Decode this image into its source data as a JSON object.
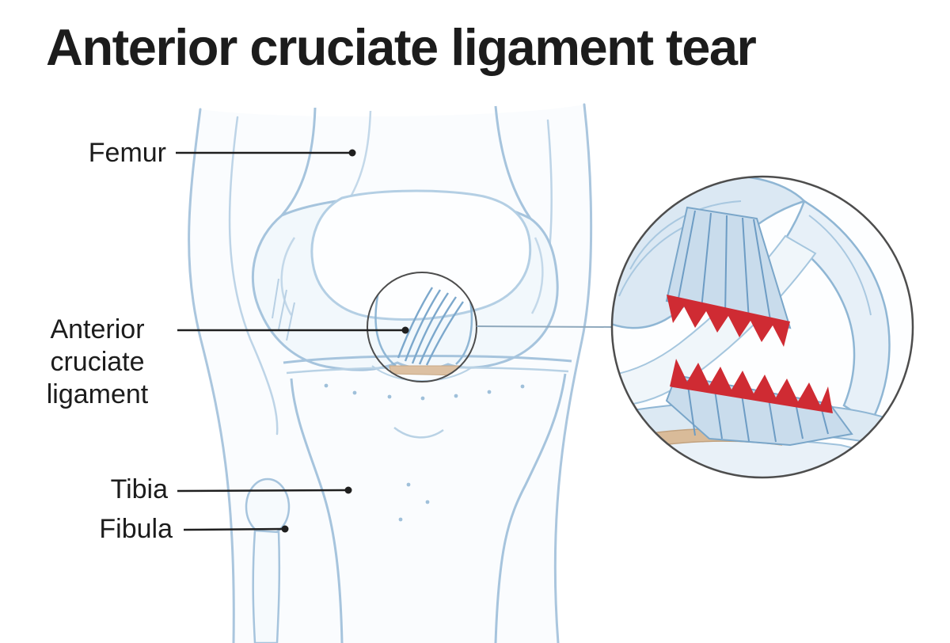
{
  "title": "Anterior cruciate ligament tear",
  "labels": {
    "femur": "Femur",
    "acl": "Anterior\ncruciate\nligament",
    "tibia": "Tibia",
    "fibula": "Fibula"
  },
  "colors": {
    "background": "#ffffff",
    "label_text": "#1c1c1c",
    "leader_line": "#1f1f1f",
    "line_art": "#a6c4dd",
    "bone_fill": "#f2f8fc",
    "tear_red": "#cf2b33",
    "inset_border": "#4d4d4d",
    "meniscus_tan": "#d9bb99"
  }
}
